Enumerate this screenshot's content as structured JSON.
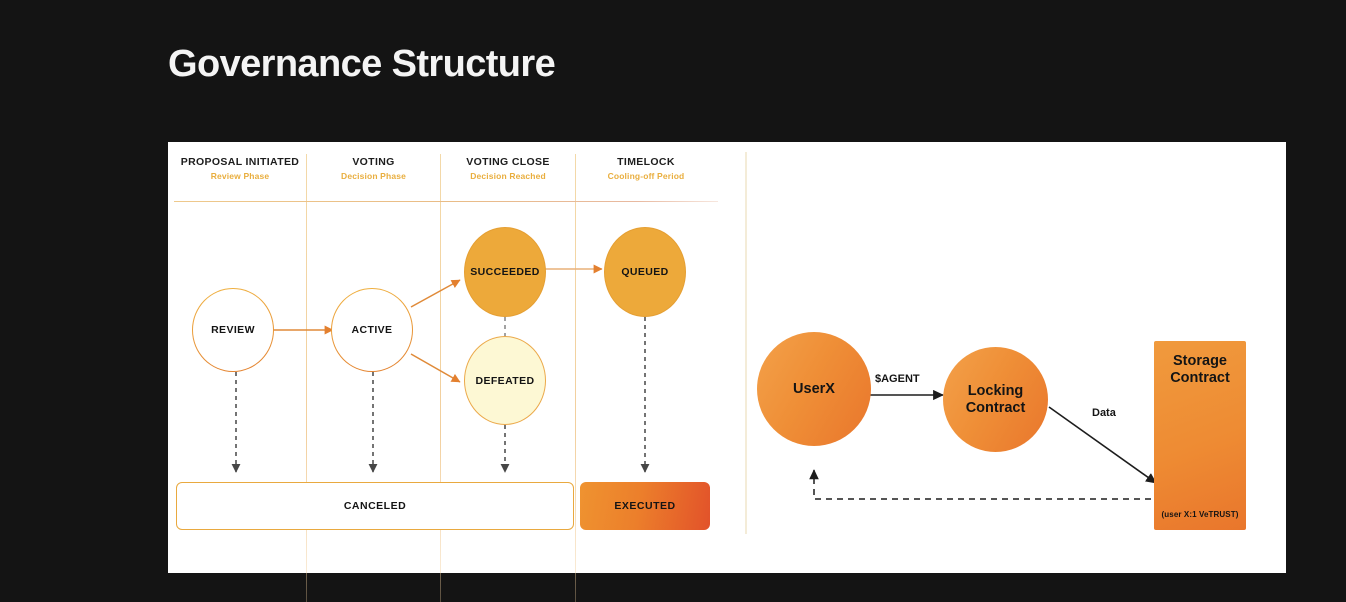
{
  "slide": {
    "title": "Governance Structure",
    "background_color": "#141414",
    "card_color": "#ffffff"
  },
  "governance_flow": {
    "phases": [
      {
        "title": "PROPOSAL INITIATED",
        "subtitle": "Review Phase"
      },
      {
        "title": "VOTING",
        "subtitle": "Decision Phase"
      },
      {
        "title": "VOTING CLOSE",
        "subtitle": "Decision Reached"
      },
      {
        "title": "TIMELOCK",
        "subtitle": "Cooling-off Period"
      }
    ],
    "states": [
      {
        "label": "REVIEW",
        "style": "outline"
      },
      {
        "label": "ACTIVE",
        "style": "outline"
      },
      {
        "label": "SUCCEEDED",
        "style": "amber"
      },
      {
        "label": "DEFEATED",
        "style": "pale"
      },
      {
        "label": "QUEUED",
        "style": "amber"
      }
    ],
    "terminal_states": [
      {
        "label": "CANCELED",
        "style": "hollow"
      },
      {
        "label": "EXECUTED",
        "style": "filled"
      }
    ],
    "colors": {
      "amber": "#eda93a",
      "pale": "#fdf8d4",
      "orange": "#e9762c",
      "executed_gradient_start": "#ef9330",
      "executed_gradient_end": "#e2522a",
      "subtitle": "#e9ae3e",
      "grid_line": "#f2cf9d"
    }
  },
  "contract_flow": {
    "nodes": [
      {
        "label": "UserX",
        "shape": "circle"
      },
      {
        "label_line1": "Locking",
        "label_line2": "Contract",
        "shape": "circle"
      },
      {
        "label_line1": "Storage",
        "label_line2": "Contract",
        "shape": "rect",
        "note": "(user X:1 VeTRUST)"
      }
    ],
    "edges": [
      {
        "label": "$AGENT",
        "from": "UserX",
        "to": "Locking Contract",
        "style": "solid"
      },
      {
        "label": "Data",
        "from": "Locking Contract",
        "to": "Storage Contract",
        "style": "solid"
      },
      {
        "label": "",
        "from": "Storage Contract",
        "to": "UserX",
        "style": "dashed"
      }
    ],
    "colors": {
      "orb_gradient_start": "#f3a14a",
      "orb_gradient_end": "#e9762c",
      "arrow": "#1d1d1d"
    }
  }
}
